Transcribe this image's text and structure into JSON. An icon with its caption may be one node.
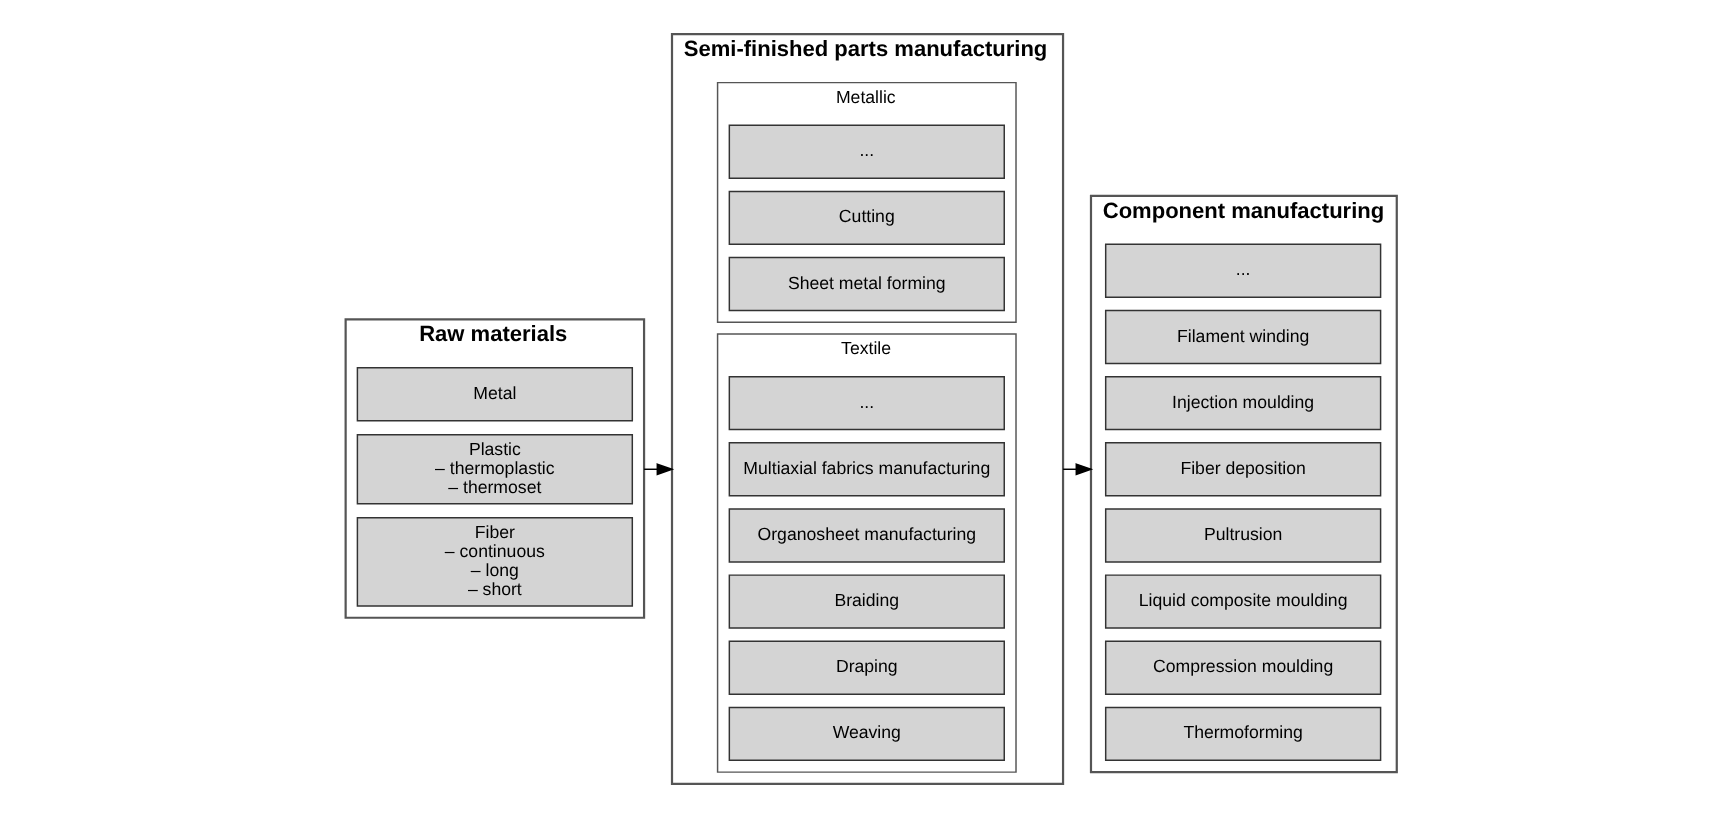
{
  "diagram": {
    "nodes": [
      {
        "text": [
          "Raw materials"
        ]
      },
      {
        "text": [
          "Fiber",
          "– continuous",
          "– long",
          "– short"
        ],
        "in": 0
      },
      {
        "text": [
          "Plastic",
          "– thermoplastic",
          "– thermoset"
        ],
        "in": 0
      },
      {
        "text": [
          "Metal"
        ],
        "in": 0
      },
      {
        "text": [
          "Semi-finished parts manufacturing"
        ]
      },
      {
        "text": [
          "Textile"
        ],
        "in": 4
      },
      {
        "text": [
          "Weaving"
        ],
        "in": 5
      },
      {
        "text": [
          "Draping"
        ],
        "in": 5
      },
      {
        "text": [
          "Braiding"
        ],
        "in": 5
      },
      {
        "text": [
          "Organosheet manufacturing"
        ],
        "in": 5
      },
      {
        "text": [
          "Multiaxial fabrics manufacturing"
        ],
        "in": 5
      },
      {
        "text": [
          "..."
        ],
        "in": 5
      },
      {
        "text": [
          "Metallic"
        ],
        "in": 4
      },
      {
        "text": [
          "Sheet metal forming"
        ],
        "in": 12
      },
      {
        "text": [
          "Cutting"
        ],
        "in": 12
      },
      {
        "text": [
          "..."
        ],
        "in": 12
      },
      {
        "text": [
          "Component manufacturing"
        ]
      },
      {
        "text": [
          "Thermoforming"
        ],
        "in": 16
      },
      {
        "text": [
          "Compression moulding"
        ],
        "in": 16
      },
      {
        "text": [
          "Liquid composite moulding"
        ],
        "in": 16
      },
      {
        "text": [
          "Pultrusion"
        ],
        "in": 16
      },
      {
        "text": [
          "Fiber deposition"
        ],
        "in": 16
      },
      {
        "text": [
          "Injection moulding"
        ],
        "in": 16
      },
      {
        "text": [
          "Filament winding"
        ],
        "in": 16
      },
      {
        "text": [
          "..."
        ],
        "in": 16
      }
    ],
    "edges": [
      {
        "from": 0,
        "to": 4,
        "arrow": "to"
      },
      {
        "from": 4,
        "to": 16,
        "arrow": "to"
      }
    ]
  }
}
